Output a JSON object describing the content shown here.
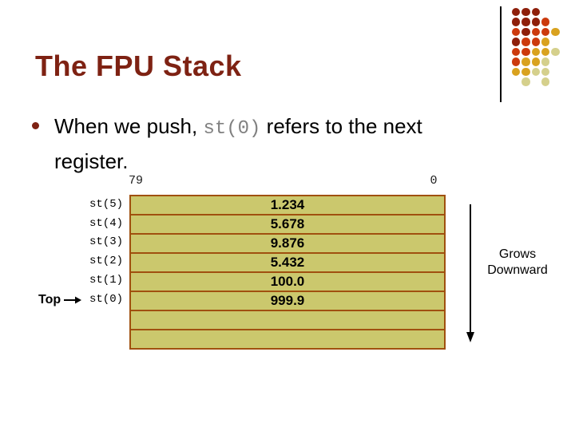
{
  "slide": {
    "title": "The FPU Stack",
    "bullet": {
      "pre": "When we push, ",
      "code": "st(0)",
      "post": " refers to the next register."
    }
  },
  "diagram": {
    "bit_left": "79",
    "bit_right": "0",
    "top_label": "Top",
    "grows": {
      "line1": "Grows",
      "line2": "Downward"
    },
    "rows": [
      {
        "label": "st(5)",
        "value": "1.234"
      },
      {
        "label": "st(4)",
        "value": "5.678"
      },
      {
        "label": "st(3)",
        "value": "9.876"
      },
      {
        "label": "st(2)",
        "value": "5.432"
      },
      {
        "label": "st(1)",
        "value": "100.0"
      },
      {
        "label": "st(0)",
        "value": "999.9"
      },
      {
        "label": "",
        "value": ""
      },
      {
        "label": "",
        "value": ""
      }
    ],
    "colors": {
      "cell_fill": "#cbc86d",
      "cell_border": "#a0500f",
      "title_color": "#7e2213",
      "code_text": "#808080"
    }
  },
  "decoration": {
    "pattern": [
      "MMM..",
      "MMMR.",
      "RMRRG",
      "MRRG.",
      "RRGGP",
      "RGGP.",
      "GGPP.",
      ".P.P."
    ],
    "colors": {
      "M": "#8e1f0a",
      "R": "#cc3a0d",
      "G": "#d9a21f",
      "P": "#d5d08c"
    }
  }
}
